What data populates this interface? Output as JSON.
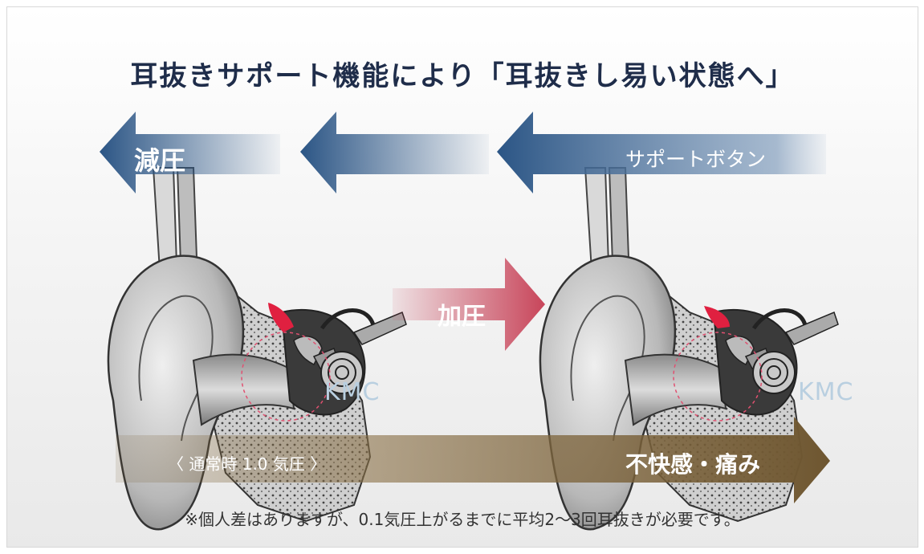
{
  "title": "耳抜きサポート機能により「耳抜きし易い状態へ」",
  "arrows": {
    "decompression": "減圧",
    "support_button": "サポートボタン",
    "compression": "加圧",
    "normal_pressure": "〈 通常時 1.0 気圧 〉",
    "discomfort": "不快感・痛み"
  },
  "watermarks": [
    "KMC",
    "KMC"
  ],
  "footnote": "※個人差はありますが、0.1気圧上がるまでに平均2〜3回耳抜きが必要です。",
  "colors": {
    "blue_arrow": "#2f5a88",
    "red_arrow": "#c8455a",
    "gold_arrow": "#7a6138",
    "eardrum": "#e02040",
    "title": "#1f2d4a"
  }
}
